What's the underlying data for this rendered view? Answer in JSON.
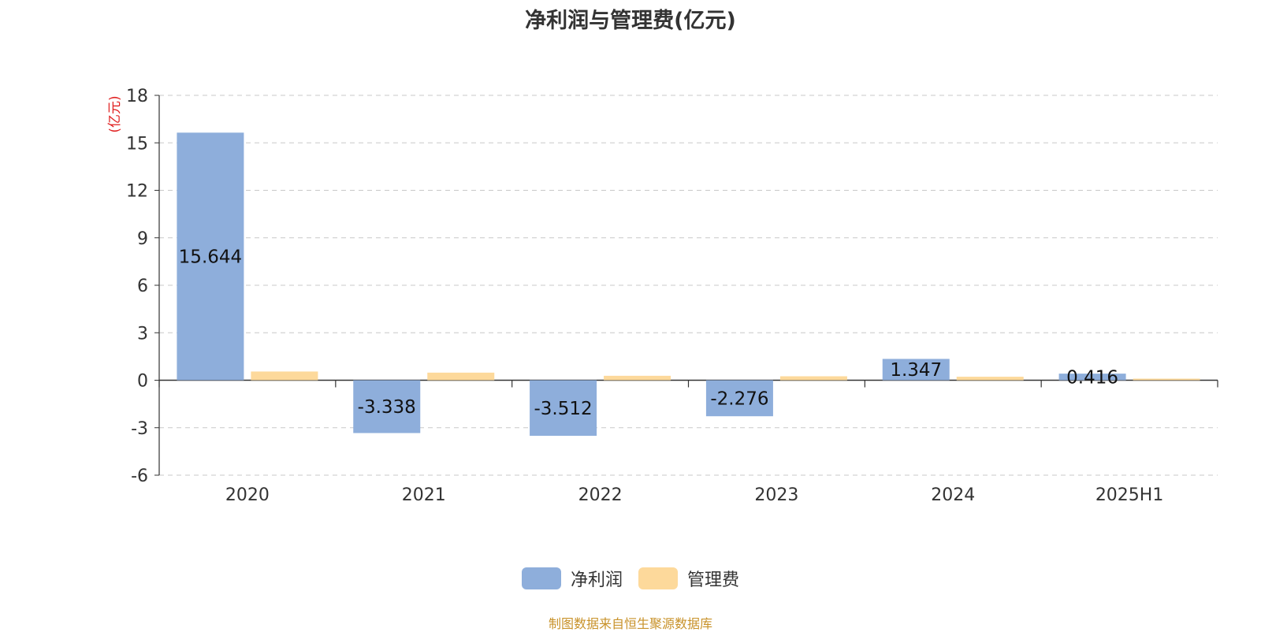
{
  "chart_data": {
    "type": "bar",
    "title": "净利润与管理费(亿元)",
    "ylabel": "(亿元)",
    "categories": [
      "2020",
      "2021",
      "2022",
      "2023",
      "2024",
      "2025H1"
    ],
    "series": [
      {
        "name": "净利润",
        "values": [
          15.644,
          -3.338,
          -3.512,
          -2.276,
          1.347,
          0.416
        ],
        "color": "#8eaedb",
        "show_labels": true
      },
      {
        "name": "管理费",
        "values": [
          0.55,
          0.48,
          0.28,
          0.25,
          0.22,
          0.1
        ],
        "color": "#fdd99b",
        "show_labels": false
      }
    ],
    "ylim": [
      -6,
      18
    ],
    "yticks": [
      -6,
      -3,
      0,
      3,
      6,
      9,
      12,
      15,
      18
    ],
    "grid": true,
    "legend_position": "bottom"
  },
  "source": "制图数据来自恒生聚源数据库"
}
